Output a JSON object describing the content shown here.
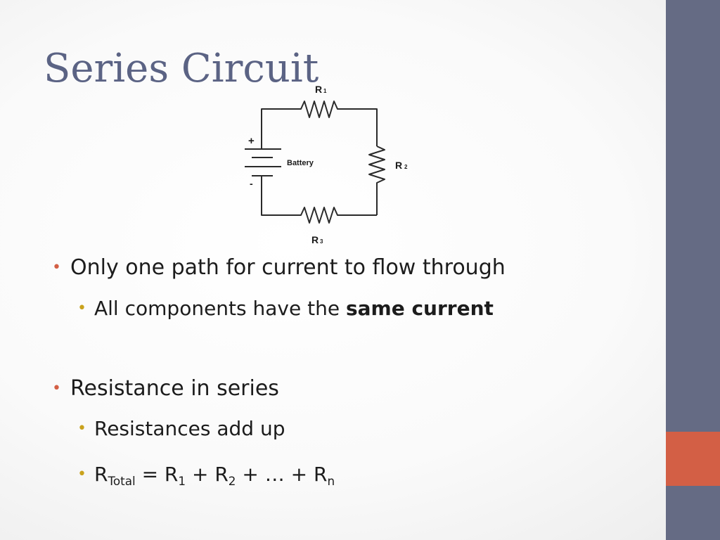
{
  "slide": {
    "title": "Series Circuit",
    "colors": {
      "side_bar": "#656b84",
      "side_accent": "#d35f45",
      "title": "#5b6384",
      "bullet_level1": "#d35f45",
      "bullet_level2": "#c9a21d"
    }
  },
  "diagram": {
    "r1_label": "R",
    "r1_sub": "1",
    "r2_label": "R",
    "r2_sub": "2",
    "r3_label": "R",
    "r3_sub": "3",
    "battery_label": "Battery",
    "plus_sign": "+",
    "minus_sign": "-"
  },
  "bullets": {
    "b1": {
      "marker": "•",
      "text": "Only one path for current to flow through"
    },
    "b1a": {
      "marker": "•",
      "text": "All components have the ",
      "bold": "same current"
    },
    "b2": {
      "marker": "•",
      "text": "Resistance in series"
    },
    "b2a": {
      "marker": "•",
      "text": "Resistances add up"
    },
    "b2b": {
      "marker": "•",
      "r": "R",
      "r_total_sub": "Total",
      "eq": " = R",
      "sub1": "1",
      "plus1": " + R",
      "sub2": "2",
      "rest": " + … + R",
      "subn": "n"
    }
  }
}
